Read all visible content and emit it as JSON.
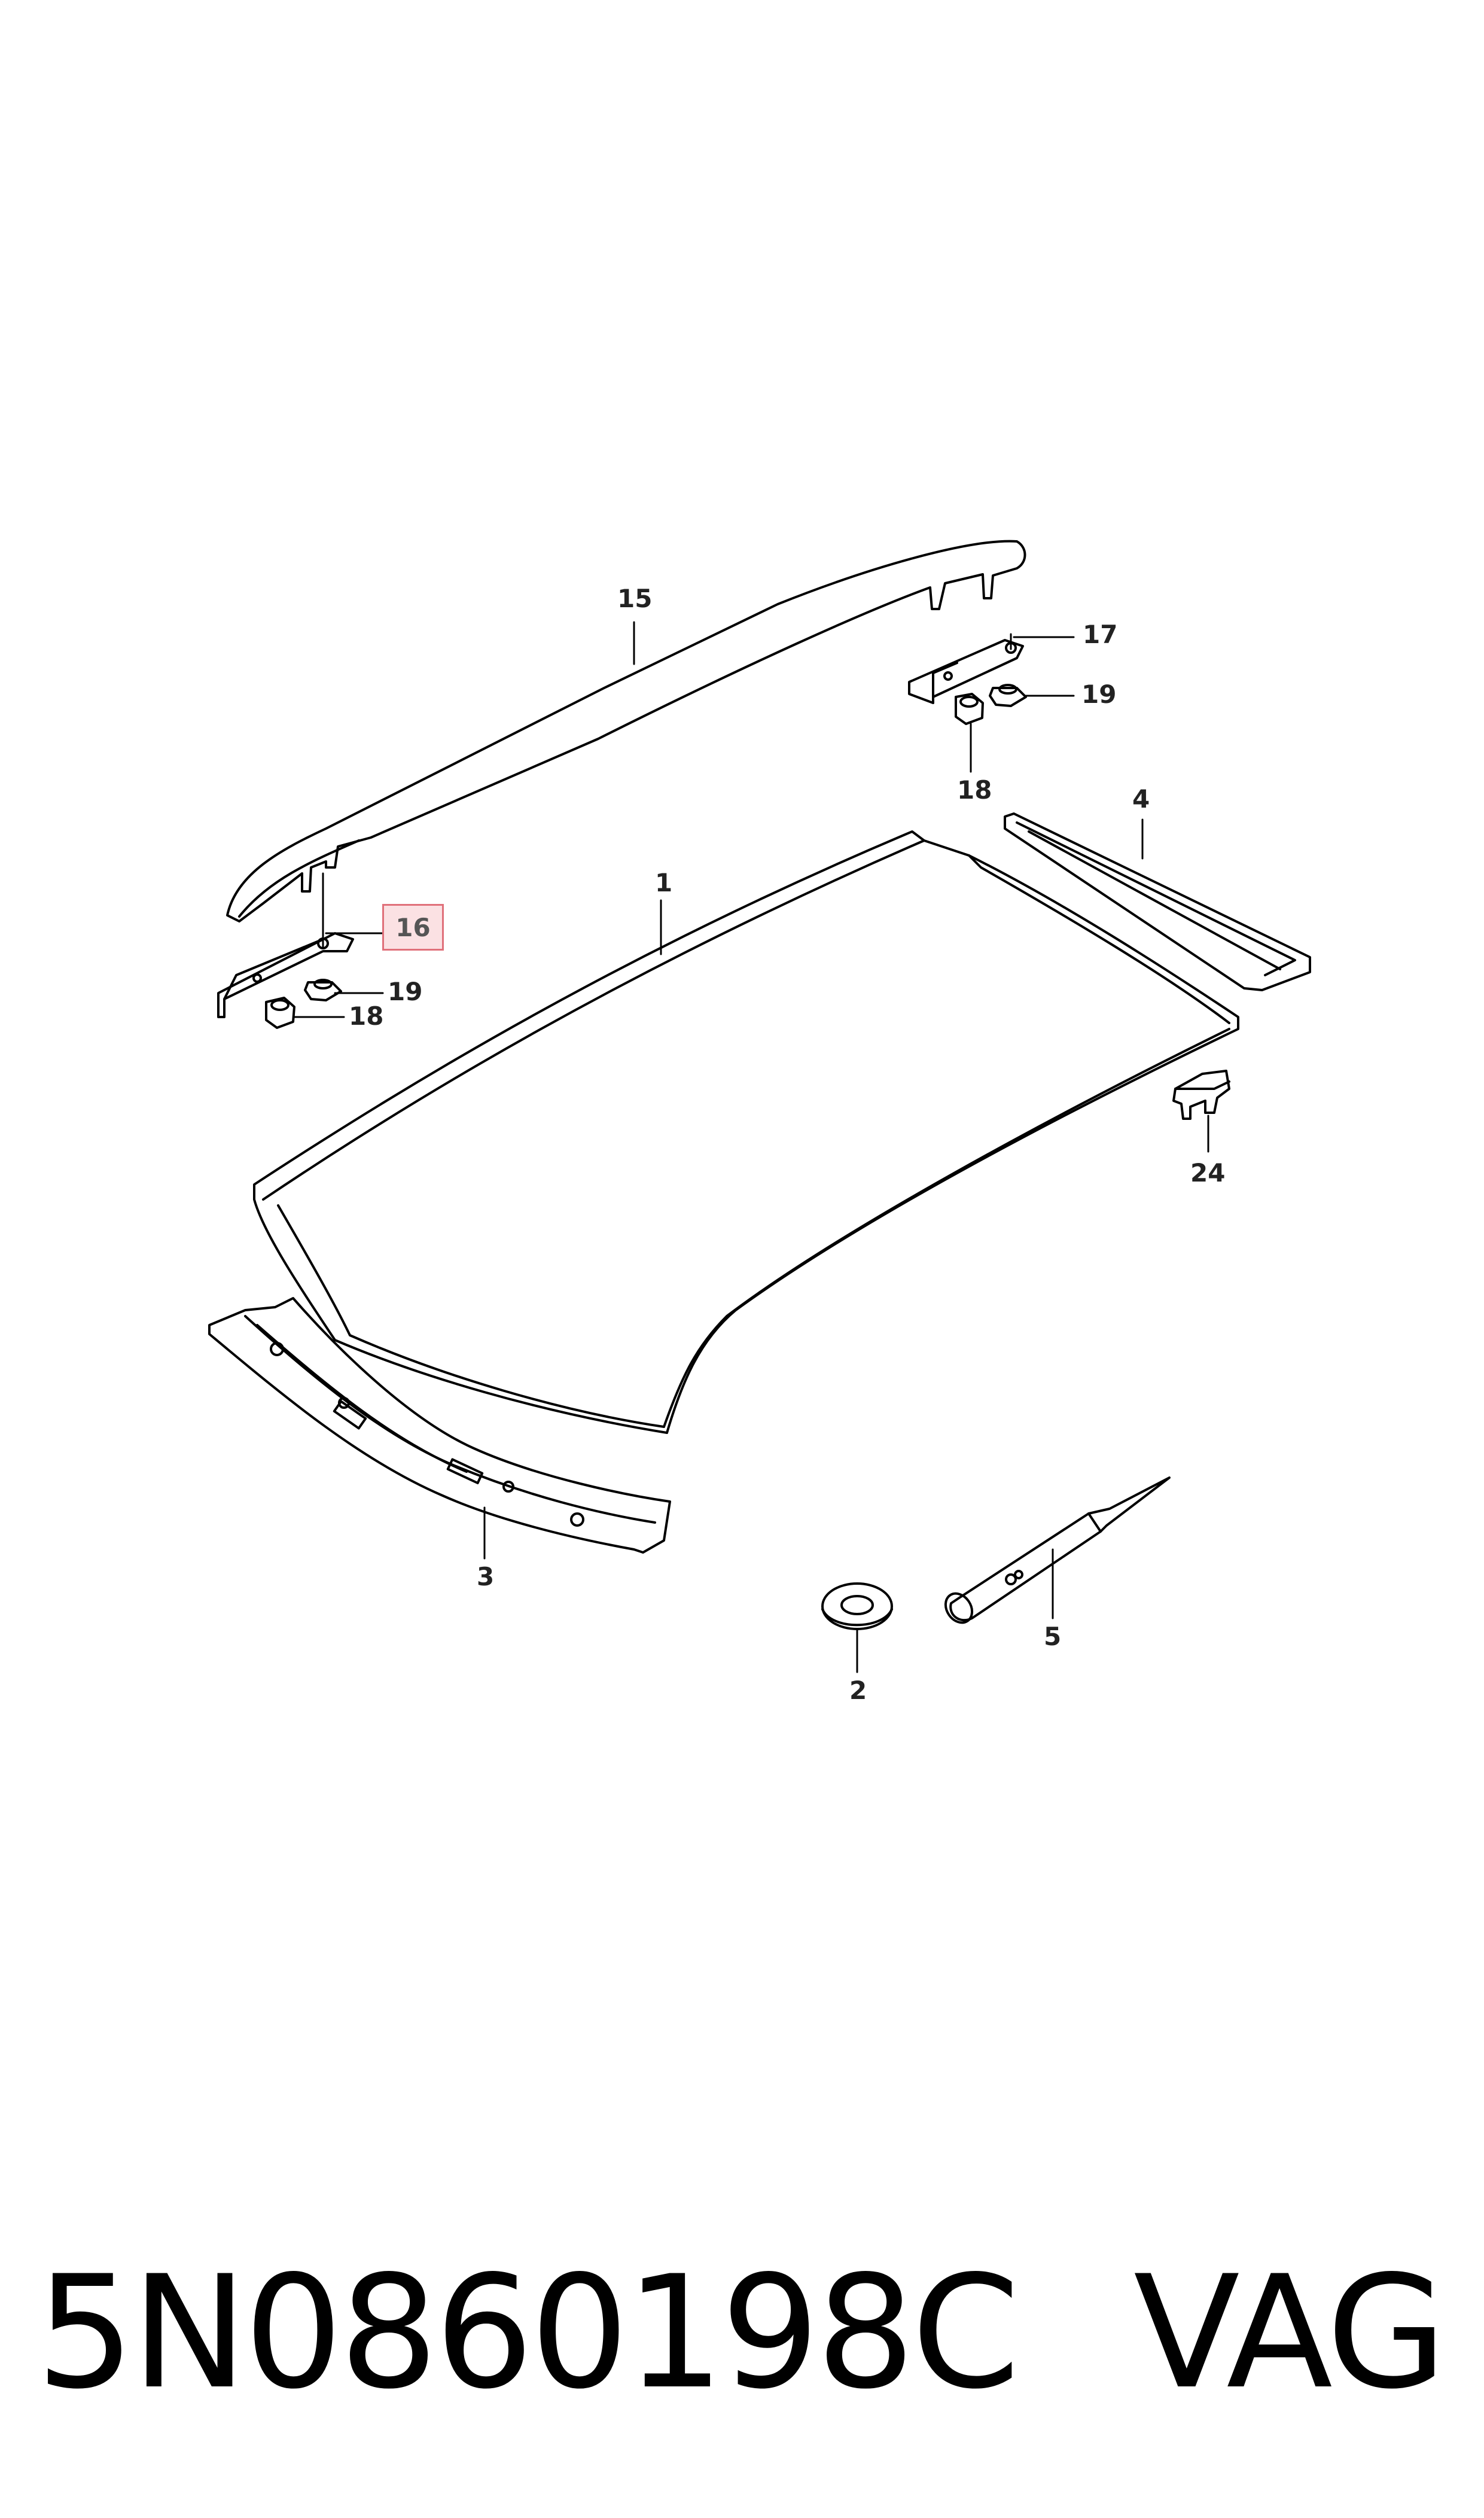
{
  "callouts": {
    "c1": "1",
    "c2": "2",
    "c3": "3",
    "c4": "4",
    "c5": "5",
    "c15": "15",
    "c16": "16",
    "c17": "17",
    "c18a": "18",
    "c18b": "18",
    "c19a": "19",
    "c19b": "19",
    "c24": "24"
  },
  "highlight_color": "#fbe1e3",
  "footer": {
    "part_number": "5N0860198C",
    "brand": "VAG"
  }
}
